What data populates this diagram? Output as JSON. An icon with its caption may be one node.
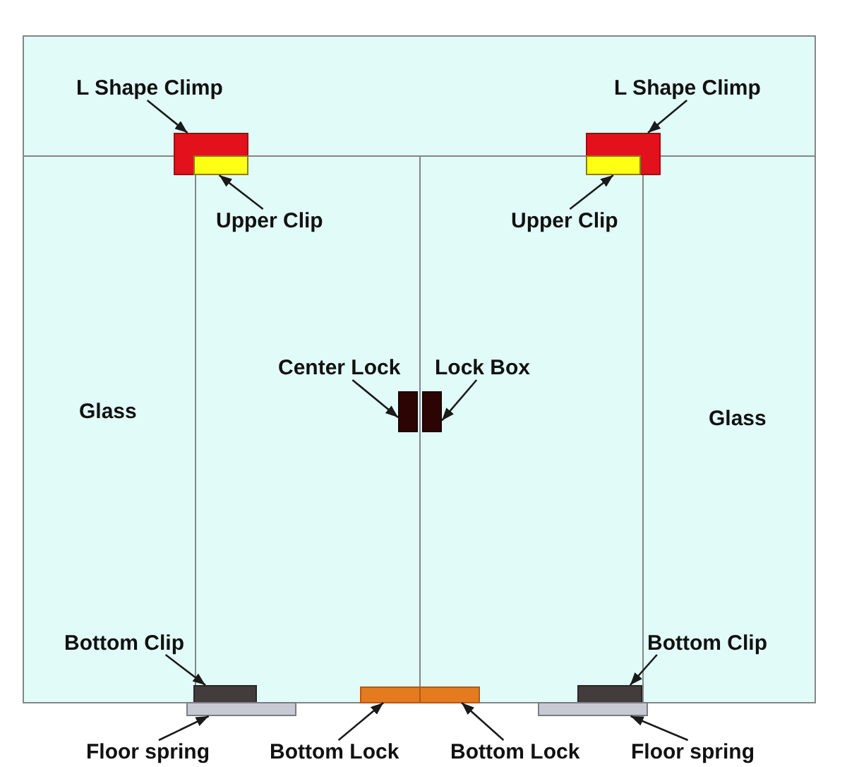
{
  "diagram": {
    "nodes": [
      {
        "text": [
          "L Shape Climp"
        ]
      },
      {
        "text": [
          "L Shape Climp"
        ]
      },
      {
        "text": [],
        "shape": "box"
      },
      {
        "text": [],
        "shape": "box"
      },
      {
        "text": [],
        "shape": "box",
        "in": 2
      },
      {
        "text": [],
        "shape": "box",
        "in": 3
      },
      {
        "text": [
          "Upper Clip"
        ]
      },
      {
        "text": [
          "Upper Clip"
        ]
      },
      {
        "text": [
          "Center Lock"
        ]
      },
      {
        "text": [
          "Lock Box"
        ]
      },
      {
        "text": [],
        "shape": "box"
      },
      {
        "text": [],
        "shape": "box"
      },
      {
        "text": [
          "Glass"
        ]
      },
      {
        "text": [
          "Glass"
        ]
      },
      {
        "text": [
          "Bottom Clip"
        ],
        "in": 12
      },
      {
        "text": [
          "Bottom Clip"
        ],
        "in": 13
      },
      {
        "text": [],
        "shape": "box"
      },
      {
        "text": [],
        "shape": "box"
      },
      {
        "text": [],
        "shape": "box"
      },
      {
        "text": [],
        "shape": "box"
      },
      {
        "text": [],
        "shape": "box"
      },
      {
        "text": [],
        "shape": "box"
      },
      {
        "text": [
          "Floor spring"
        ]
      },
      {
        "text": [
          "Bottom Lock"
        ]
      },
      {
        "text": [
          "Bottom Lock"
        ]
      },
      {
        "text": [
          "Floor spring"
        ]
      }
    ],
    "edges": [
      {
        "from": 0,
        "to": 2,
        "arrow": "to"
      },
      {
        "from": 1,
        "to": 3,
        "arrow": "to"
      },
      {
        "from": 6,
        "to": 4,
        "arrow": "to"
      },
      {
        "from": 7,
        "to": 5,
        "arrow": "to"
      },
      {
        "from": 8,
        "to": 10,
        "arrow": "to"
      },
      {
        "from": 9,
        "to": 11,
        "arrow": "to"
      },
      {
        "from": 14,
        "to": 16,
        "arrow": "to"
      },
      {
        "from": 15,
        "to": 19,
        "arrow": "to"
      },
      {
        "from": 22,
        "to": 20,
        "arrow": "to"
      },
      {
        "from": 23,
        "to": 17,
        "arrow": "to"
      },
      {
        "from": 24,
        "to": 18,
        "arrow": "to"
      },
      {
        "from": 25,
        "to": 21,
        "arrow": "to"
      }
    ]
  }
}
